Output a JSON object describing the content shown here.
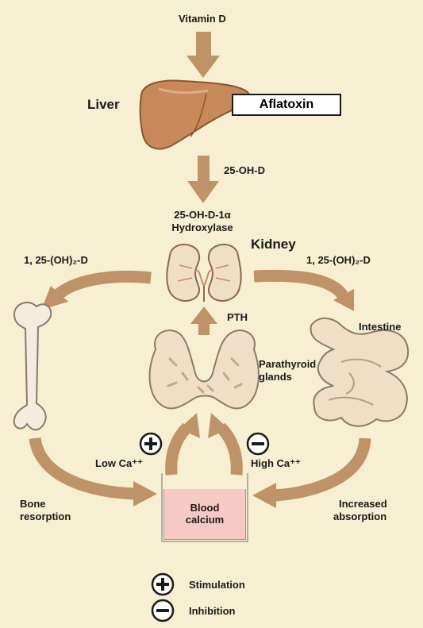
{
  "diagram": {
    "vitamin_d": "Vitamin D",
    "liver": "Liver",
    "aflatoxin": "Aflatoxin",
    "ohd25": "25-OH-D",
    "hydroxylase_line1": "25-OH-D-1α",
    "hydroxylase_line2": "Hydroxylase",
    "kidney": "Kidney",
    "calcitriol_left": "1, 25-(OH)₂-D",
    "calcitriol_right": "1, 25-(OH)₂-D",
    "pth": "PTH",
    "intestine": "Intestine",
    "parathyroid_line1": "Parathyroid",
    "parathyroid_line2": "glands",
    "low_ca": "Low Ca⁺⁺",
    "high_ca": "High Ca⁺⁺",
    "bone_line1": "Bone",
    "bone_line2": "resorption",
    "blood_line1": "Blood",
    "blood_line2": "calcium",
    "absorption_line1": "Increased",
    "absorption_line2": "absorption"
  },
  "legend": {
    "stimulation": "Stimulation",
    "inhibition": "Inhibition"
  },
  "colors": {
    "background": "#f6efd2",
    "arrow": "#c09268",
    "liver": "#c8895a",
    "organ_light": "#efdfc6",
    "kidney_pink": "#e6c3a8",
    "blood_fill": "#f6c9c4"
  }
}
